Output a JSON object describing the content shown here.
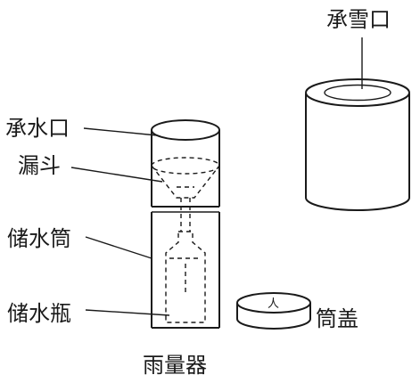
{
  "labels": {
    "snow_mouth": "承雪口",
    "water_mouth": "承水口",
    "funnel": "漏斗",
    "storage_cylinder": "储水筒",
    "storage_bottle": "储水瓶",
    "cylinder_cover": "筒盖",
    "cover_mark": "人",
    "rain_gauge": "雨量器"
  }
}
